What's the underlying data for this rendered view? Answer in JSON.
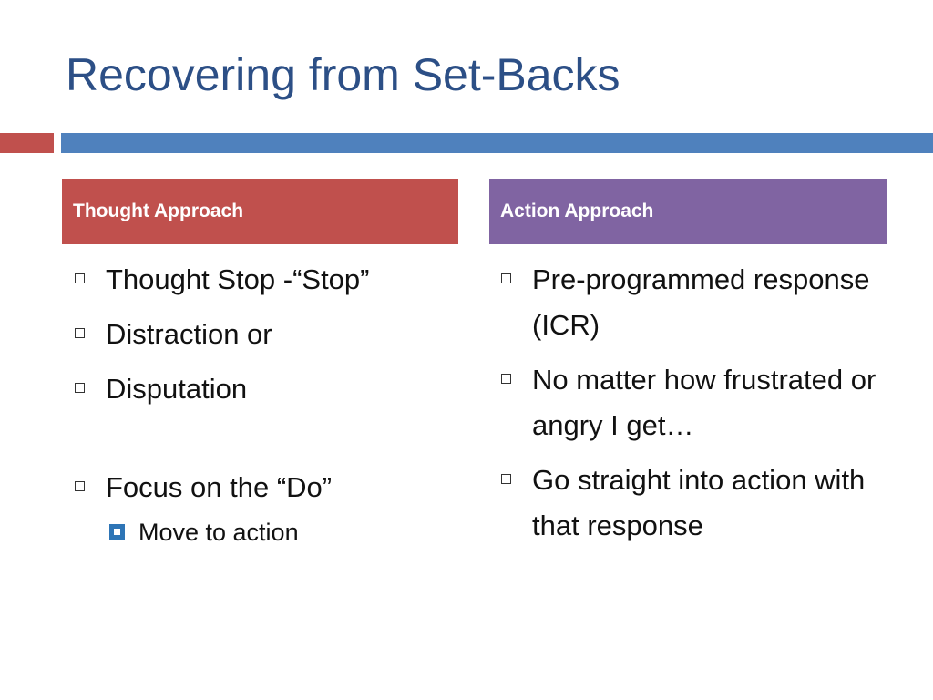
{
  "slide": {
    "title": "Recovering from Set-Backs",
    "accent_colors": {
      "left_bar": "#c0504d",
      "right_bar": "#4f81bd"
    }
  },
  "columns": [
    {
      "header": "Thought Approach",
      "header_color": "#c0504d",
      "items": [
        "Thought Stop -“Stop”",
        "Distraction or",
        "Disputation",
        "Focus on the “Do”"
      ],
      "sub_items": [
        "Move to action"
      ]
    },
    {
      "header": "Action Approach",
      "header_color": "#8064a2",
      "items": [
        "Pre-programmed response (ICR)",
        "No matter how frustrated or angry I get…",
        "Go straight into action with that response"
      ]
    }
  ]
}
